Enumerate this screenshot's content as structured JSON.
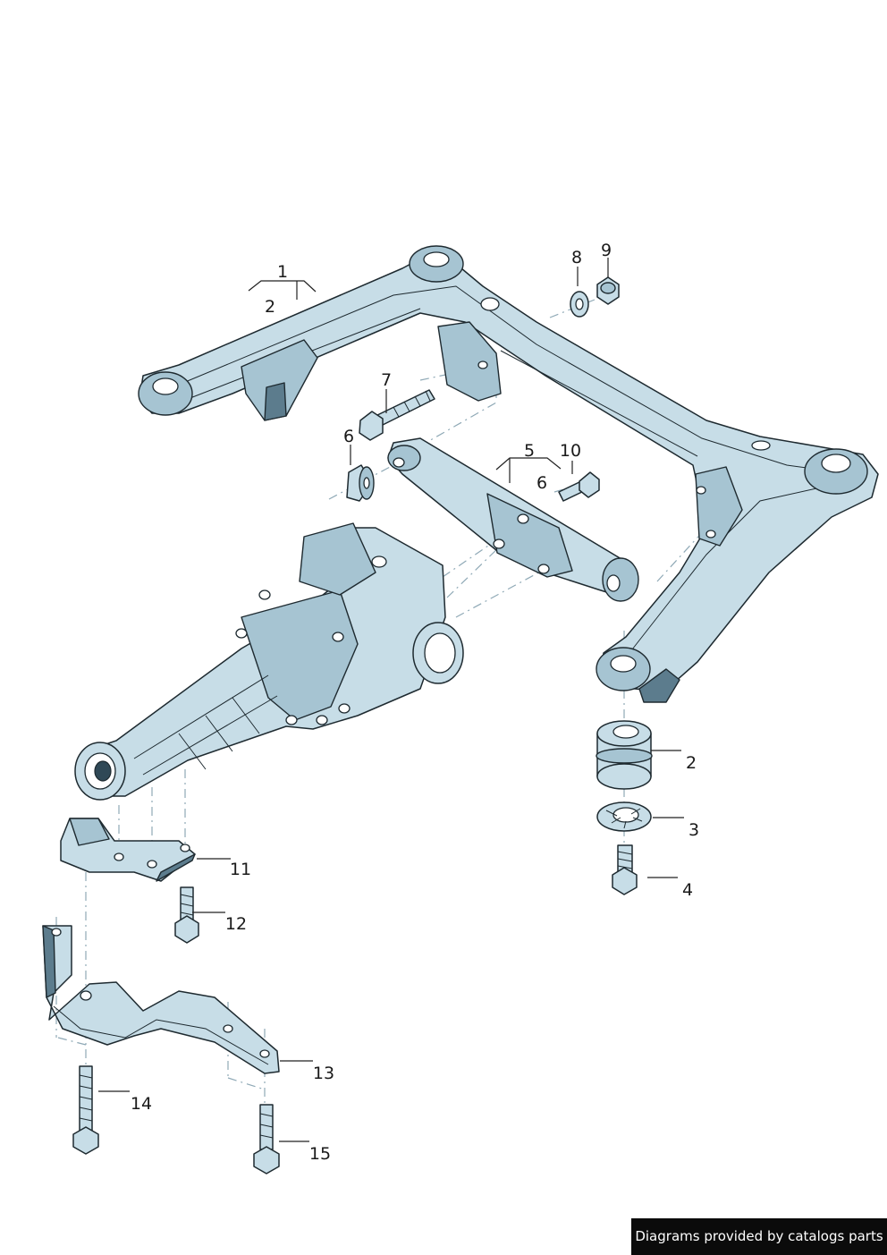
{
  "callouts": [
    {
      "num": "1"
    },
    {
      "num": "2"
    },
    {
      "num": "2"
    },
    {
      "num": "3"
    },
    {
      "num": "4"
    },
    {
      "num": "5"
    },
    {
      "num": "6"
    },
    {
      "num": "6"
    },
    {
      "num": "7"
    },
    {
      "num": "8"
    },
    {
      "num": "9"
    },
    {
      "num": "10"
    },
    {
      "num": "11"
    },
    {
      "num": "12"
    },
    {
      "num": "13"
    },
    {
      "num": "14"
    },
    {
      "num": "15"
    }
  ],
  "credit": "Diagrams provided by catalogs parts",
  "colors": {
    "part_fill": "#c7dde7",
    "outline": "#1e2a30",
    "centerline": "#8fa9b6"
  }
}
